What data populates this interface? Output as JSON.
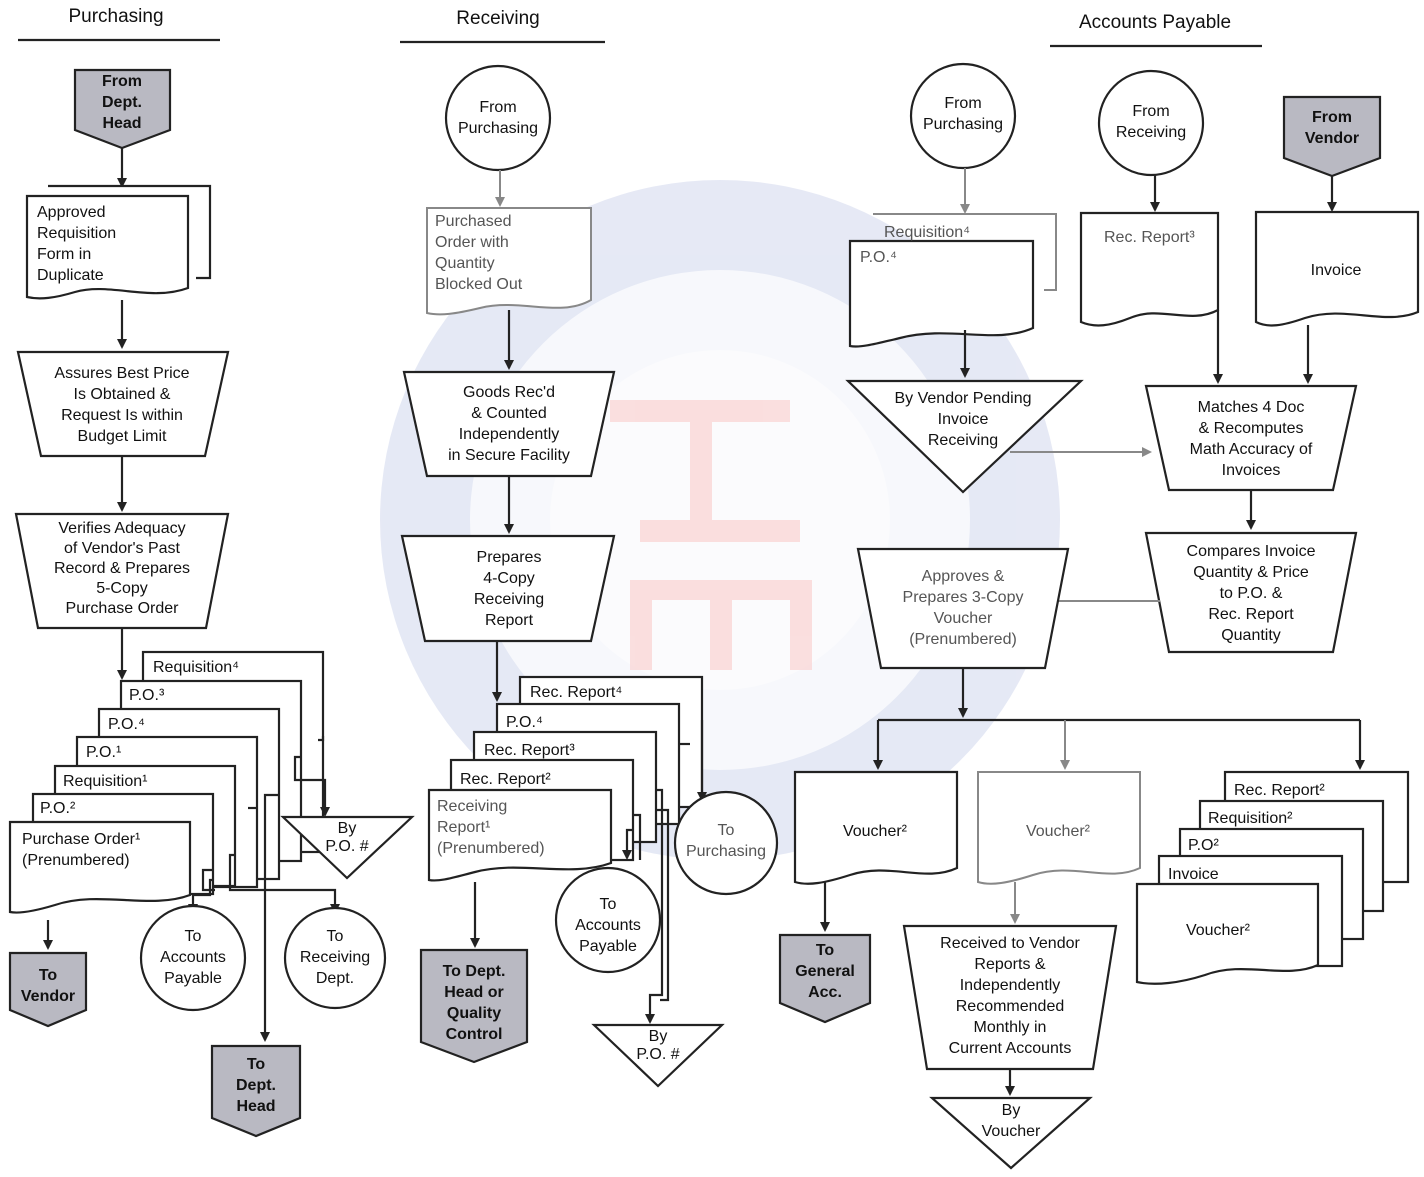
{
  "columns": {
    "purchasing": "Purchasing",
    "receiving": "Receiving",
    "accounts_payable": "Accounts Payable"
  },
  "purchasing": {
    "from_dept_head": [
      "From",
      "Dept.",
      "Head"
    ],
    "approved_requisition": [
      "Approved",
      "Requisition",
      "Form in",
      "Duplicate"
    ],
    "assures_best_price": [
      "Assures Best Price",
      "Is Obtained &",
      "Request Is within",
      "Budget Limit"
    ],
    "verifies_vendor": [
      "Verifies Adequacy",
      "of Vendor's Past",
      "Record & Prepares",
      "5-Copy",
      "Purchase Order"
    ],
    "stack": [
      "Requisition⁴",
      "P.O.³",
      "P.O.⁴",
      "P.O.¹",
      "Requisition¹",
      "P.O.²"
    ],
    "purchase_order": [
      "Purchase Order¹",
      "(Prenumbered)"
    ],
    "file_by_po": [
      "By",
      "P.O. #"
    ],
    "to_vendor": [
      "To",
      "Vendor"
    ],
    "to_accounts_payable": [
      "To",
      "Accounts",
      "Payable"
    ],
    "to_receiving_dept": [
      "To",
      "Receiving",
      "Dept."
    ],
    "to_dept_head": [
      "To",
      "Dept.",
      "Head"
    ]
  },
  "receiving": {
    "from_purchasing": [
      "From",
      "Purchasing"
    ],
    "purchased_order": [
      "Purchased",
      "Order with",
      "Quantity",
      "Blocked Out"
    ],
    "goods_received": [
      "Goods Rec'd",
      "& Counted",
      "Independently",
      "in Secure Facility"
    ],
    "prepares_report": [
      "Prepares",
      "4-Copy",
      "Receiving",
      "Report"
    ],
    "stack": [
      "Rec. Report⁴",
      "P.O.⁴",
      "Rec. Report³",
      "Rec. Report²"
    ],
    "receiving_report": [
      "Receiving",
      "Report¹",
      "(Prenumbered)"
    ],
    "to_purchasing": [
      "To",
      "Purchasing"
    ],
    "to_accounts_payable": [
      "To",
      "Accounts",
      "Payable"
    ],
    "to_dept_head_qc": [
      "To Dept.",
      "Head or",
      "Quality",
      "Control"
    ],
    "file_by_po": [
      "By",
      "P.O. #"
    ]
  },
  "accounts_payable": {
    "from_purchasing": [
      "From",
      "Purchasing"
    ],
    "from_receiving": [
      "From",
      "Receiving"
    ],
    "from_vendor": [
      "From",
      "Vendor"
    ],
    "requisition": "Requisition⁴",
    "po": "P.O.⁴",
    "rec_report": "Rec. Report³",
    "invoice": "Invoice",
    "file_pending": [
      "By Vendor Pending",
      "Invoice",
      "Receiving"
    ],
    "matches_docs": [
      "Matches 4 Doc",
      "& Recomputes",
      "Math Accuracy of",
      "Invoices"
    ],
    "compares_invoice": [
      "Compares Invoice",
      "Quantity & Price",
      "to P.O. &",
      "Rec. Report",
      "Quantity"
    ],
    "approves_voucher": [
      "Approves &",
      "Prepares 3-Copy",
      "Voucher",
      "(Prenumbered)"
    ],
    "voucher_a": "Voucher²",
    "voucher_b": "Voucher²",
    "to_general_acc": [
      "To",
      "General",
      "Acc."
    ],
    "received_to_vendor": [
      "Received to Vendor",
      "Reports &",
      "Independently",
      "Recommended",
      "Monthly in",
      "Current Accounts"
    ],
    "file_by_voucher": [
      "By",
      "Voucher"
    ],
    "packet": [
      "Rec. Report²",
      "Requisition²",
      "P.O²",
      "Invoice",
      "Voucher²"
    ]
  },
  "colors": {
    "line": "#222222",
    "offpage_fill": "#b9b9c2",
    "watermark_blue": "#bcc6e6",
    "watermark_red": "#f2a3a3"
  }
}
